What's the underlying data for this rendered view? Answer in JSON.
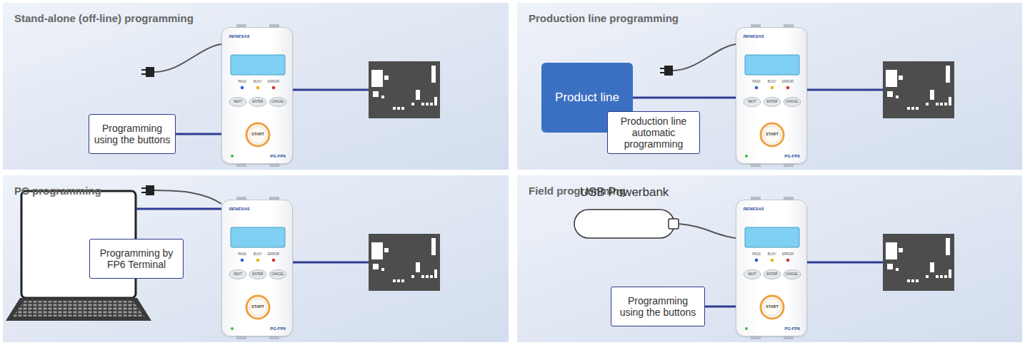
{
  "diagram": {
    "nodes": [
      {
        "text": [
          "Stand-alone (off-line) programming"
        ]
      },
      {
        "text": [
          "Programming using the buttons"
        ],
        "in": 0
      },
      {
        "text": [
          "RENESAS",
          "PASS",
          "BUSY",
          "ERROR",
          "NEXT",
          "ENTER",
          "CANCEL",
          "START",
          "PG-FP6"
        ],
        "in": 0
      },
      {
        "text": [
          "Production line programming"
        ]
      },
      {
        "text": [
          "Product line"
        ],
        "in": 3
      },
      {
        "text": [
          "Production line automatic programming"
        ],
        "in": 3
      },
      {
        "text": [
          "RENESAS",
          "PASS",
          "BUSY",
          "ERROR",
          "NEXT",
          "ENTER",
          "CANCEL",
          "START",
          "PG-FP6"
        ],
        "in": 3
      },
      {
        "text": [
          "PC programming"
        ]
      },
      {
        "text": [
          "Programming by FP6 Terminal"
        ],
        "in": 7
      },
      {
        "text": [
          "RENESAS",
          "PASS",
          "BUSY",
          "ERROR",
          "NEXT",
          "ENTER",
          "CANCEL",
          "START",
          "PG-FP6"
        ],
        "in": 7
      },
      {
        "text": [
          "Field programming"
        ]
      },
      {
        "text": [
          "Programming using the buttons"
        ],
        "in": 10
      },
      {
        "text": [
          "RENESAS",
          "PASS",
          "BUSY",
          "ERROR",
          "NEXT",
          "ENTER",
          "CANCEL",
          "START",
          "PG-FP6"
        ],
        "in": 10
      }
    ],
    "edges": [
      {
        "from": 4,
        "to": 6,
        "arrow": "none"
      }
    ],
    "labels": [
      "USB Powerbank"
    ]
  }
}
